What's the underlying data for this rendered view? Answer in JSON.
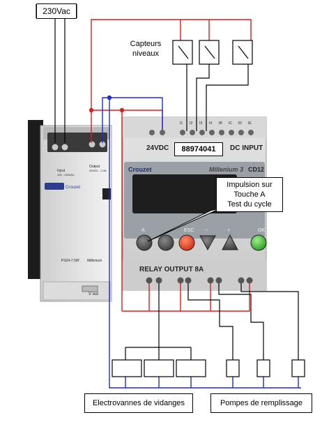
{
  "supply_label": "230Vac",
  "sensors_label": "Capteurs\nniveaux",
  "psu": {
    "input_label": "Input",
    "input_range": "100 - 240VAC",
    "output_label": "Output",
    "output_range": "24VDC - 0.3A",
    "brand": "Crouzet",
    "model": "PS24-7.5W",
    "series": "Millenium",
    "vout_label": "V out"
  },
  "controller": {
    "power_label": "24VDC",
    "product_code": "88974041",
    "input_label": "DC INPUT",
    "input_terminals": [
      "I1",
      "I2",
      "I3",
      "I4",
      "IB",
      "IC",
      "ID",
      "IE"
    ],
    "brand": "Crouzet",
    "series": "Millenium 3",
    "model": "CD12",
    "buttons": [
      "A",
      "ESC",
      "−",
      "+",
      "OK"
    ],
    "relay_label": "RELAY OUTPUT 8A"
  },
  "callout": "Impulsion sur\nTouche A\nTest du cycle",
  "drains_label": "Electrovannes de vidanges",
  "pumps_label": "Pompes de remplissage",
  "colors": {
    "phase": "#d62020",
    "neutral": "#1a2fd0",
    "wire": "#000000"
  }
}
